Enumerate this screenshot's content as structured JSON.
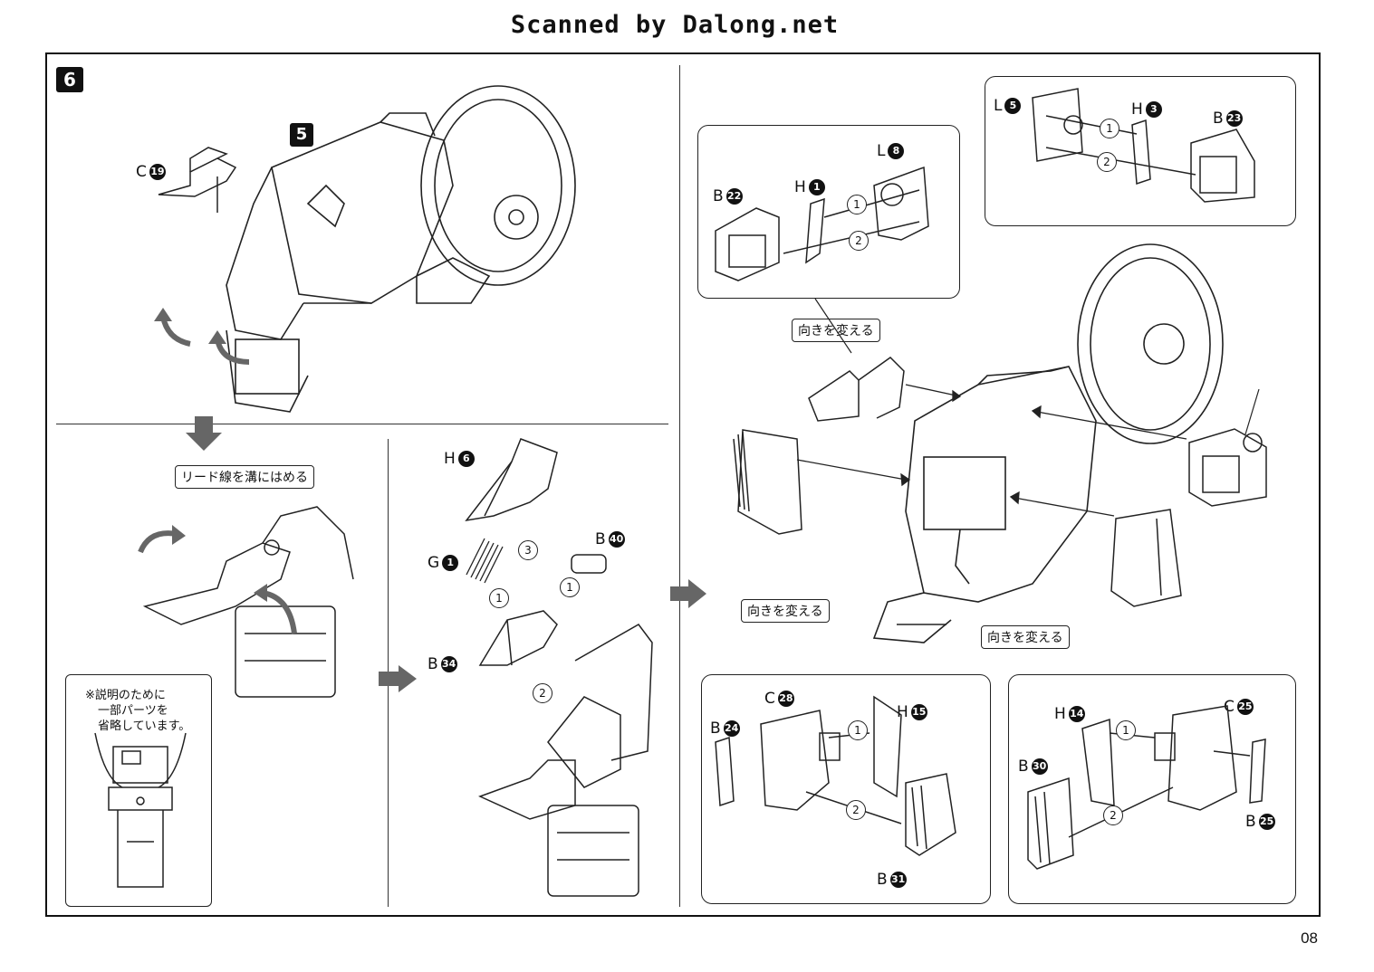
{
  "watermark": "Scanned by Dalong.net",
  "page_number": "08",
  "step": {
    "number": "6",
    "sub_number": "5"
  },
  "labels": {
    "lead_wire": "リード線を溝にはめる",
    "change_direction": "向きを変える",
    "note_line1": "※説明のために",
    "note_line2": "一部パーツを",
    "note_line3": "省略しています。"
  },
  "parts": {
    "c19": {
      "letter": "C",
      "num": "19"
    },
    "h6": {
      "letter": "H",
      "num": "6"
    },
    "g1": {
      "letter": "G",
      "num": "1"
    },
    "b40": {
      "letter": "B",
      "num": "40"
    },
    "b34": {
      "letter": "B",
      "num": "34"
    },
    "b22": {
      "letter": "B",
      "num": "22"
    },
    "h1": {
      "letter": "H",
      "num": "1"
    },
    "l8": {
      "letter": "L",
      "num": "8"
    },
    "l5": {
      "letter": "L",
      "num": "5"
    },
    "h3": {
      "letter": "H",
      "num": "3"
    },
    "b23": {
      "letter": "B",
      "num": "23"
    },
    "c28": {
      "letter": "C",
      "num": "28"
    },
    "b24": {
      "letter": "B",
      "num": "24"
    },
    "h15": {
      "letter": "H",
      "num": "15"
    },
    "b31": {
      "letter": "B",
      "num": "31"
    },
    "h14": {
      "letter": "H",
      "num": "14"
    },
    "c25": {
      "letter": "C",
      "num": "25"
    },
    "b30": {
      "letter": "B",
      "num": "30"
    },
    "b25": {
      "letter": "B",
      "num": "25"
    }
  },
  "order": {
    "one": "1",
    "two": "2",
    "three": "3"
  }
}
